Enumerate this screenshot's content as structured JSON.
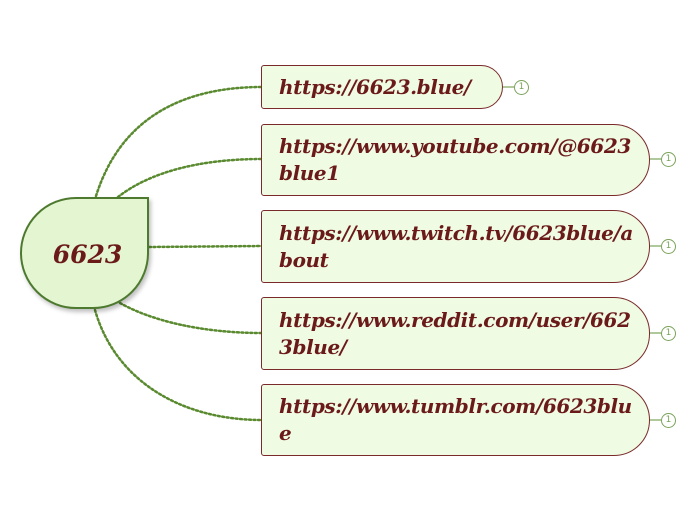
{
  "central": {
    "label": "6623"
  },
  "topics": [
    {
      "label": "https://6623.blue/",
      "count": "1"
    },
    {
      "label": "https://www.youtube.com/@6623blue1",
      "count": "1"
    },
    {
      "label": "https://www.twitch.tv/6623blue/about",
      "count": "1"
    },
    {
      "label": "https://www.reddit.com/user/6623blue/",
      "count": "1"
    },
    {
      "label": "https://www.tumblr.com/6623blue",
      "count": "1"
    }
  ],
  "colors": {
    "connector": "#5a8a2f",
    "node_fill": "#effbe2",
    "central_fill": "#e4f5d2",
    "text": "#6b1a1a",
    "badge": "#7aa35a"
  }
}
